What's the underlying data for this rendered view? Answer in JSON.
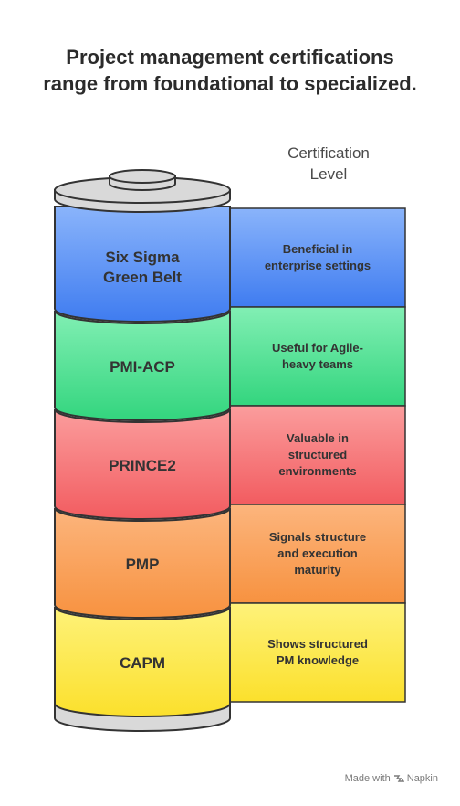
{
  "title_line1": "Project management certifications",
  "title_line2": "range from foundational to specialized.",
  "axis_label_line1": "Certification",
  "axis_label_line2": "Level",
  "segments": [
    {
      "label_line1": "Six Sigma",
      "label_line2": "Green Belt",
      "desc_line1": "Beneficial in",
      "desc_line2": "enterprise settings",
      "desc_line3": "",
      "color_light": "#8ab4fb",
      "color_dark": "#3f7cf0"
    },
    {
      "label_line1": "PMI-ACP",
      "label_line2": "",
      "desc_line1": "Useful for Agile-",
      "desc_line2": "heavy teams",
      "desc_line3": "",
      "color_light": "#82efb4",
      "color_dark": "#33d57e"
    },
    {
      "label_line1": "PRINCE2",
      "label_line2": "",
      "desc_line1": "Valuable in",
      "desc_line2": "structured",
      "desc_line3": "environments",
      "color_light": "#fb9d9d",
      "color_dark": "#f25c60"
    },
    {
      "label_line1": "PMP",
      "label_line2": "",
      "desc_line1": "Signals structure",
      "desc_line2": "and execution",
      "desc_line3": "maturity",
      "color_light": "#fcb57d",
      "color_dark": "#f79240"
    },
    {
      "label_line1": "CAPM",
      "label_line2": "",
      "desc_line1": "Shows structured",
      "desc_line2": "PM knowledge",
      "desc_line3": "",
      "color_light": "#fef27a",
      "color_dark": "#fbe02c"
    }
  ],
  "footer": {
    "prefix": "Made with",
    "brand": "Napkin"
  },
  "colors": {
    "outline": "#333333",
    "cap": "#d9d9d9"
  }
}
